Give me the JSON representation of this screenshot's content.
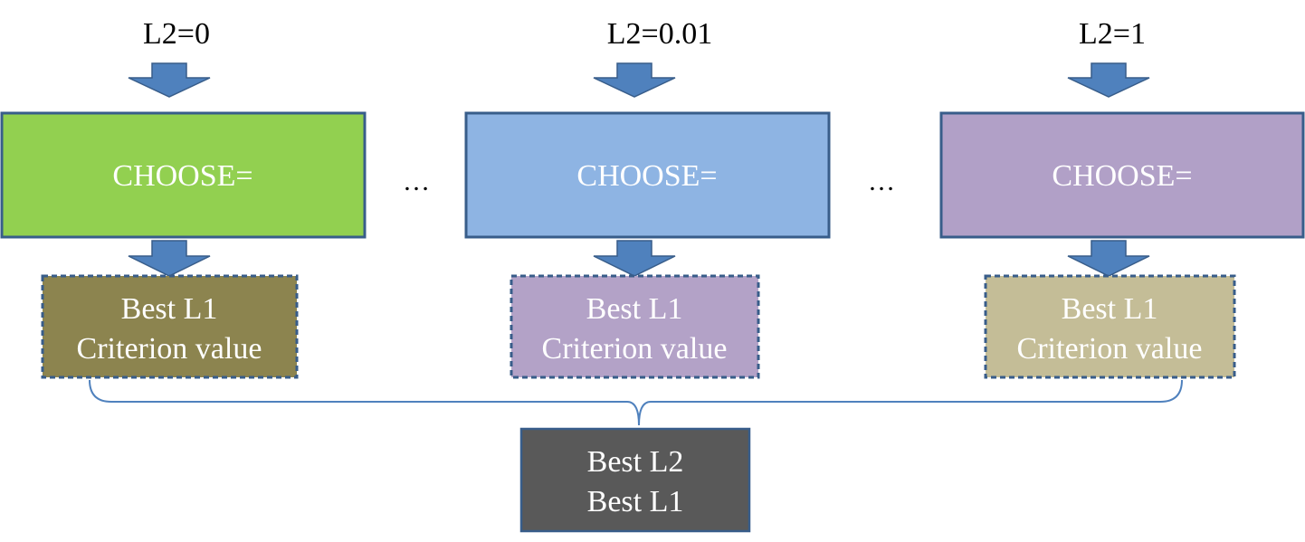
{
  "stages": [
    {
      "input_label": "L2=0",
      "choose_label": "CHOOSE=",
      "choose_color": "#92d050",
      "result_line1": "Best L1",
      "result_line2": "Criterion value",
      "result_color": "#8c844f",
      "result_text_color": "#ffffff"
    },
    {
      "input_label": "L2=0.01",
      "choose_label": "CHOOSE=",
      "choose_color": "#8eb4e3",
      "result_line1": "Best L1",
      "result_line2": "Criterion value",
      "result_color": "#b3a2c7",
      "result_text_color": "#ffffff"
    },
    {
      "input_label": "L2=1",
      "choose_label": "CHOOSE=",
      "choose_color": "#b1a0c7",
      "result_line1": "Best L1",
      "result_line2": "Criterion value",
      "result_color": "#c4bd97",
      "result_text_color": "#ffffff"
    }
  ],
  "ellipses": [
    "…",
    "…"
  ],
  "final": {
    "line1": "Best L2",
    "line2": "Best L1",
    "color": "#595959"
  },
  "colors": {
    "arrow_fill": "#4f81bd",
    "arrow_stroke": "#385d8a",
    "box_border": "#385d8a",
    "bracket": "#4f81bd",
    "text_dark": "#000000",
    "text_light": "#ffffff"
  }
}
